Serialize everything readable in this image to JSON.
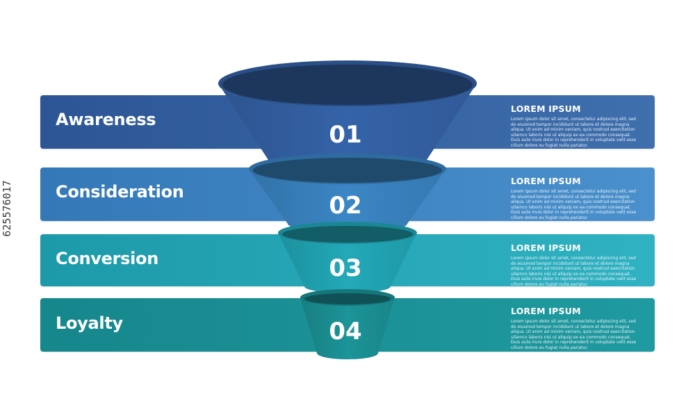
{
  "stages": [
    {
      "label": "Awareness",
      "number": "01",
      "title": "LOREM IPSUM",
      "text": "Lorem ipsum dolor sit amet, consectetur adipiscing elit, sed do eiusmod tempor incididunt ut labore et dolore magna aliqua. Ut enim ad minim veniam, quis nostrud exercitation ullamco laboris nisi ut aliquip ex ea commodo consequat. Duis aute irure dolor in reprehenderit in voluptate velit esse cillum dolore eu fugiat nulla pariatur.",
      "band_colors": [
        "#2c5595",
        "#3f6fad"
      ],
      "funnel_color": "#3563a8"
    },
    {
      "label": "Consideration",
      "number": "02",
      "title": "LOREM IPSUM",
      "text": "Lorem ipsum dolor sit amet, consectetur adipiscing elit, sed do eiusmod tempor incididunt ut labore et dolore magna aliqua. Ut enim ad minim veniam, quis nostrud exercitation ullamco laboris nisi ut aliquip ex ea commodo consequat. Duis aute irure dolor in reprehenderit in voluptate velit esse cillum dolore eu fugiat nulla pariatur.",
      "band_colors": [
        "#3478b8",
        "#4a90cc"
      ],
      "funnel_color": "#3b86c5"
    },
    {
      "label": "Conversion",
      "number": "03",
      "title": "LOREM IPSUM",
      "text": "Lorem ipsum dolor sit amet, consectetur adipiscing elit, sed do eiusmod tempor incididunt ut labore et dolore magna aliqua. Ut enim ad minim veniam, quis nostrud exercitation ullamco laboris nisi ut aliquip ex ea commodo consequat. Duis aute irure dolor in reprehenderit in voluptate velit esse cillum dolore eu fugiat nulla pariatur.",
      "band_colors": [
        "#1d9aaa",
        "#30b2c2"
      ],
      "funnel_color": "#22a9b9"
    },
    {
      "label": "Loyalty",
      "number": "04",
      "title": "LOREM IPSUM",
      "text": "Lorem ipsum dolor sit amet, consectetur adipiscing elit, sed do eiusmod tempor incididunt ut labore et dolore magna aliqua. Ut enim ad minim veniam, quis nostrud exercitation ullamco laboris nisi ut aliquip ex ea commodo consequat. Duis aute irure dolor in reprehenderit in voluptate velit esse cillum dolore eu fugiat nulla pariatur.",
      "band_colors": [
        "#16878c",
        "#1f9aa0"
      ],
      "funnel_color": "#1c9498"
    }
  ],
  "side_id": "625576017"
}
